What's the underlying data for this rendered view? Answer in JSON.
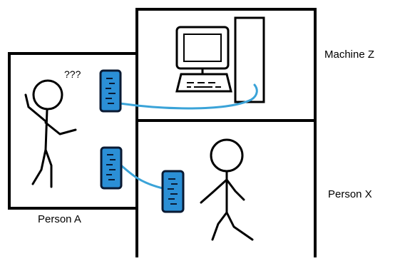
{
  "labels": {
    "machine": "Machine Z",
    "person_x": "Person X",
    "person_a": "Person A",
    "confusion": "???"
  },
  "colors": {
    "line": "#000000",
    "cable": "#3aa3d8",
    "device_fill": "#2b8fd6",
    "device_border": "#0a1a33",
    "background": "#ffffff"
  },
  "icons": {
    "computer": "desktop-computer-icon",
    "device": "handheld-device-icon",
    "person": "stick-figure-icon"
  }
}
